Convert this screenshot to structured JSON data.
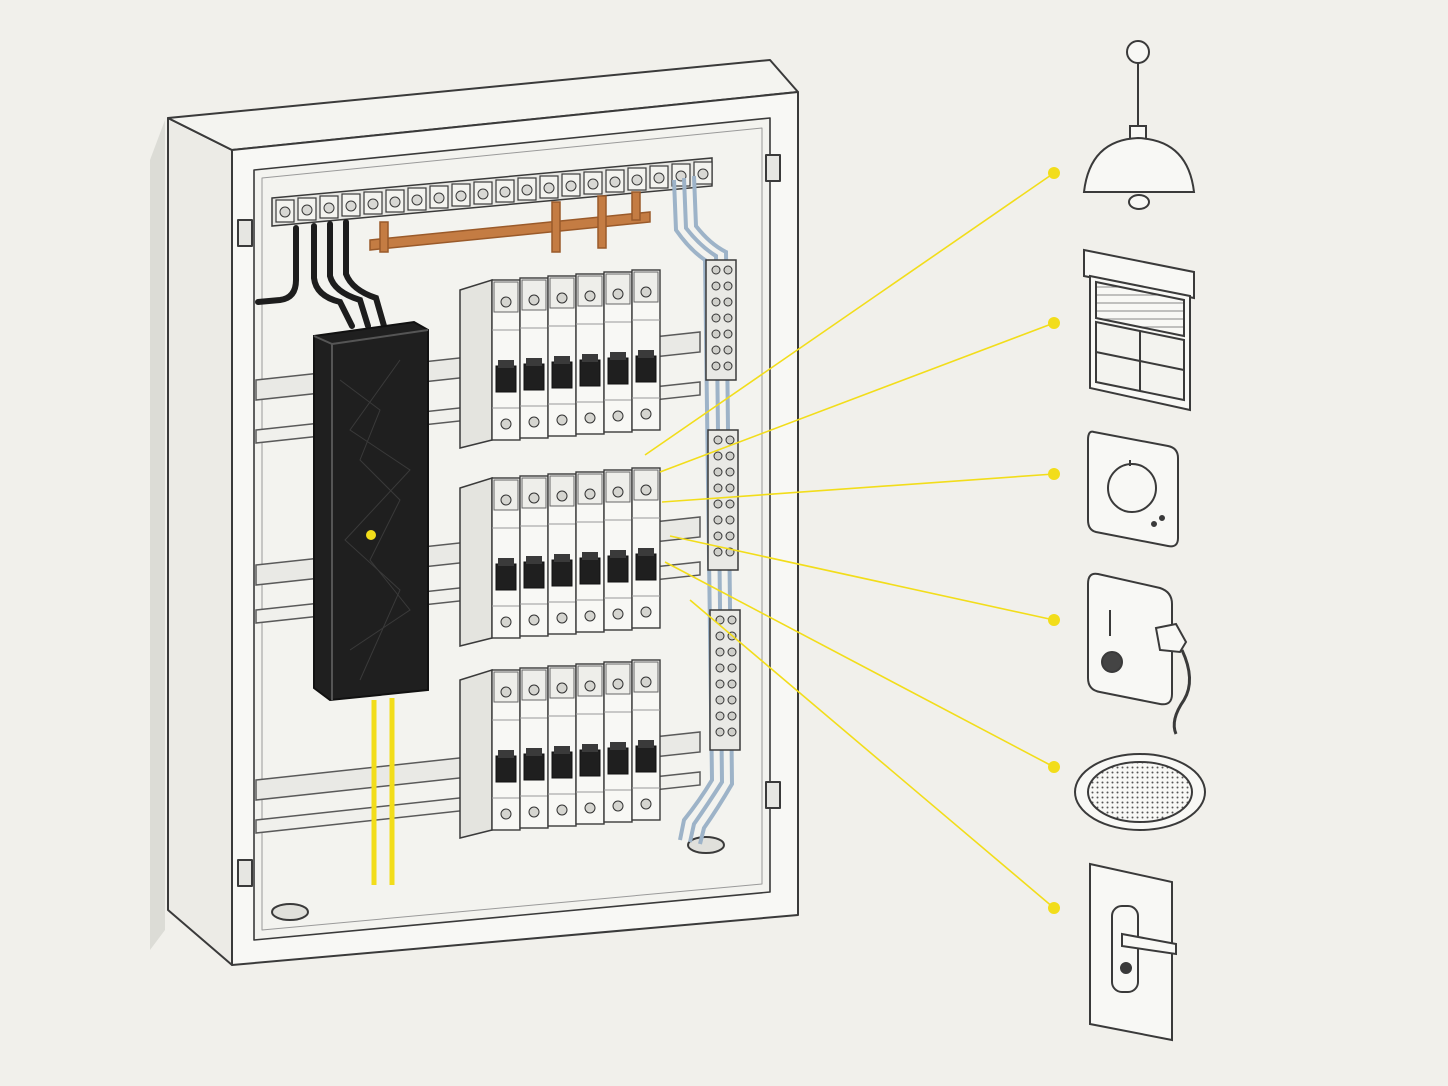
{
  "diagram": {
    "kind": "smart-home electrical distribution board with connected devices",
    "enclosure": {
      "parts": [
        "enclosure-frame",
        "inner-panel",
        "top-terminal-block",
        "din-rails",
        "smart-controller-module",
        "breaker-rows",
        "neutral-bus-bars",
        "cable-runs",
        "yellow-control-wires"
      ],
      "breaker_rows": 3,
      "breakers_per_row": 6
    },
    "devices": [
      {
        "id": "ceiling-lamp",
        "icon": "ceiling-lamp-icon"
      },
      {
        "id": "roller-shutter",
        "icon": "roller-shutter-window-icon"
      },
      {
        "id": "thermostat",
        "icon": "thermostat-icon"
      },
      {
        "id": "ev-charger",
        "icon": "ev-charger-wallbox-icon"
      },
      {
        "id": "ceiling-speaker",
        "icon": "ceiling-speaker-icon"
      },
      {
        "id": "smart-door-lock",
        "icon": "door-handle-lock-icon"
      }
    ],
    "colors": {
      "background": "#f1f0eb",
      "connector": "#f2dd1a",
      "controller": "#1f1f1f",
      "copper": "#c47c43",
      "cable_blue": "#9db3c8",
      "outline": "#3a3a3a",
      "panel": "#f8f8f5"
    }
  }
}
